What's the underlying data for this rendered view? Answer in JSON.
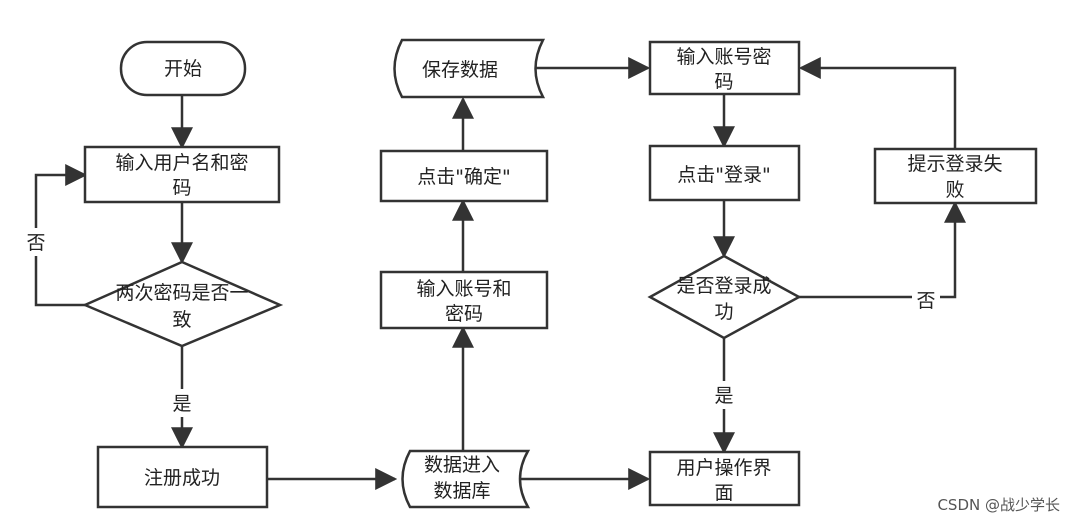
{
  "nodes": {
    "start": "开始",
    "input_username_password": [
      "输入用户名和密",
      "码"
    ],
    "password_match_decision": [
      "两次密码是否一",
      "致"
    ],
    "register_success": "注册成功",
    "db_entry": [
      "数据进入",
      "数据库"
    ],
    "input_account_password": [
      "输入账号和",
      "密码"
    ],
    "click_confirm": "点击\"确定\"",
    "save_data": "保存数据",
    "login_input": [
      "输入账号密",
      "码"
    ],
    "click_login": "点击\"登录\"",
    "login_success_decision": [
      "是否登录成",
      "功"
    ],
    "login_failed_prompt": [
      "提示登录失",
      "败"
    ],
    "user_interface": [
      "用户操作界",
      "面"
    ]
  },
  "edges": {
    "no_left": "否",
    "yes_left": "是",
    "yes_right": "是",
    "no_right": "否"
  },
  "watermark": "CSDN @战少学长"
}
